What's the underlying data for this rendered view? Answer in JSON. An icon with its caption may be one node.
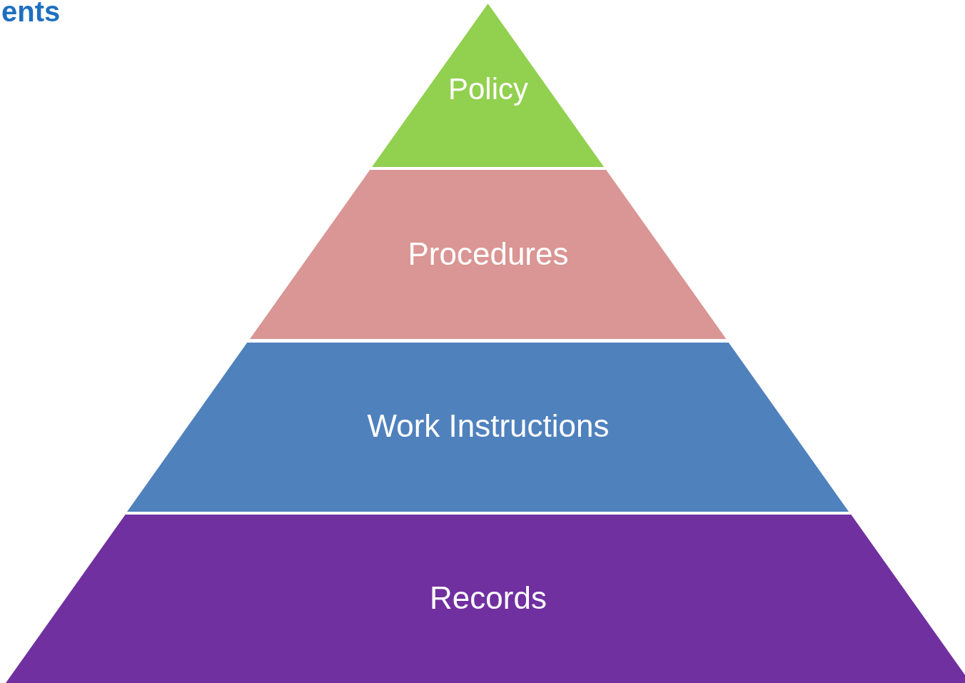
{
  "diagram": {
    "nodes": [
      {
        "text": [
          "Policy"
        ]
      },
      {
        "text": [
          "Procedures"
        ]
      },
      {
        "text": [
          "Work Instructions"
        ]
      },
      {
        "text": [
          "Records"
        ]
      }
    ],
    "labels": [
      "ents"
    ]
  }
}
